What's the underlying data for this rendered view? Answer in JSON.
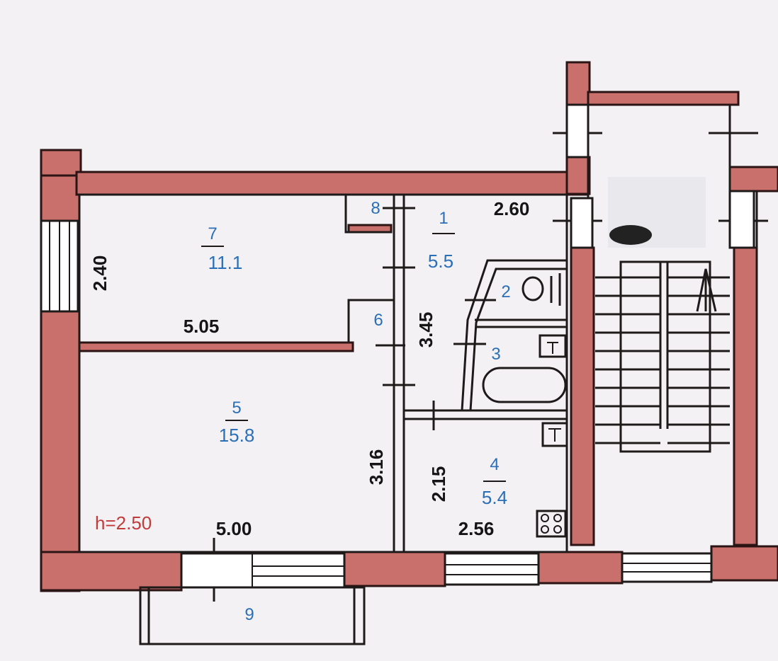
{
  "rooms": [
    {
      "number": "1",
      "area": "5.5"
    },
    {
      "number": "2"
    },
    {
      "number": "3"
    },
    {
      "number": "4",
      "area": "5.4"
    },
    {
      "number": "5",
      "area": "15.8"
    },
    {
      "number": "6"
    },
    {
      "number": "7",
      "area": "11.1"
    },
    {
      "number": "8"
    },
    {
      "number": "9"
    }
  ],
  "dimensions": {
    "room7_width": "5.05",
    "room7_depth": "2.40",
    "room5_width": "5.00",
    "room5_depth": "3.16",
    "hall_width": "2.60",
    "hall_depth": "3.45",
    "kitchen_width": "2.56",
    "kitchen_depth": "2.15"
  },
  "ceiling_height": "h=2.50",
  "colors": {
    "wall": "#c9706c",
    "label": "#2a6fb8",
    "height_label": "#c23b3b"
  },
  "icons": [
    "stove-icon",
    "bathtub-icon",
    "toilet-icon",
    "sink-icon",
    "stair-arrow-icon"
  ]
}
